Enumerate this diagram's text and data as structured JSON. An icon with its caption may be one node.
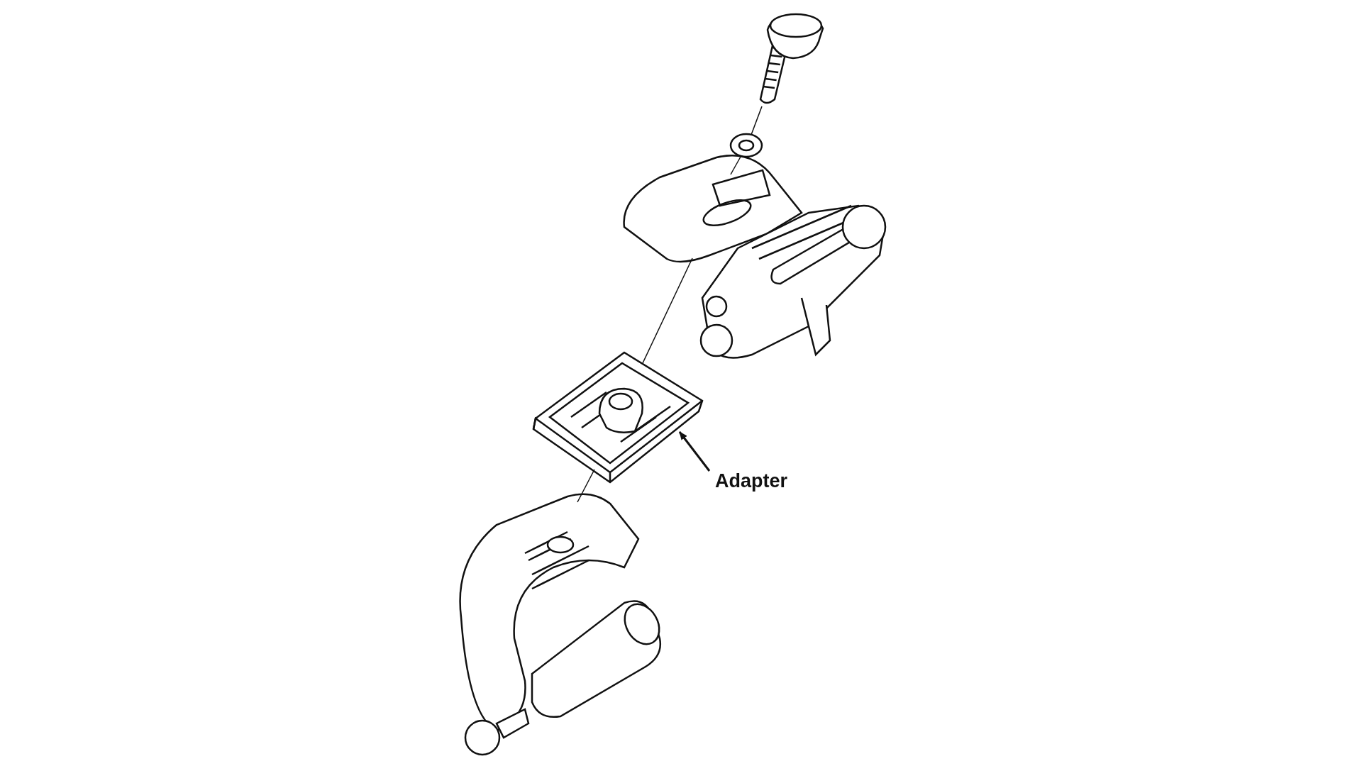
{
  "diagram": {
    "nodes": [
      {
        "text": [],
        "shape": "picture"
      },
      {
        "text": [],
        "shape": "picture"
      },
      {
        "text": [],
        "shape": "picture"
      },
      {
        "text": [],
        "shape": "picture"
      },
      {
        "text": [
          "Adapter"
        ]
      },
      {
        "text": [],
        "shape": "picture"
      }
    ],
    "edges": [
      {
        "from": 0,
        "to": 1,
        "arrow": "none"
      },
      {
        "from": 1,
        "to": 2,
        "arrow": "none"
      },
      {
        "from": 2,
        "to": 3,
        "arrow": "none"
      },
      {
        "from": 3,
        "to": 5,
        "arrow": "none"
      },
      {
        "from": 4,
        "to": 3,
        "arrow": "to"
      }
    ]
  }
}
